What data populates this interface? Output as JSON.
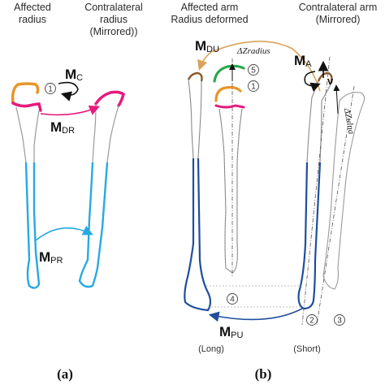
{
  "panel_a": {
    "header_left": [
      "Affected",
      "radius"
    ],
    "header_right": [
      "Contralateral",
      "radius",
      "(Mirrored))"
    ],
    "labels": {
      "mc_main": "M",
      "mc_sub": "C",
      "mdr_main": "M",
      "mdr_sub": "DR",
      "mpr_main": "M",
      "mpr_sub": "PR"
    },
    "step1": "1",
    "caption": "(a)"
  },
  "panel_b": {
    "header_left": [
      "Affected arm",
      "Radius deformed"
    ],
    "header_right": [
      "Contralateral arm",
      "(Mirrored)"
    ],
    "labels": {
      "mdu_main": "M",
      "mdu_sub": "DU",
      "ma_main": "M",
      "ma_sub": "A",
      "mpu_main": "M",
      "mpu_sub": "PU",
      "v": "v",
      "delta_radius": "ΔZradius",
      "delta_ulna": "ΔZulna"
    },
    "steps": {
      "s1": "1",
      "s2": "2",
      "s3": "3",
      "s4": "4",
      "s5": "5"
    },
    "long_label": "(Long)",
    "short_label": "(Short)",
    "caption": "(b)"
  },
  "colors": {
    "orange": "#e8952a",
    "magenta": "#e6197d",
    "light_blue": "#27a9e1",
    "dark_blue": "#1f4e9c",
    "green": "#2aa84a",
    "brown": "#8a5a2b",
    "tan_arrow": "#d9a35b"
  }
}
